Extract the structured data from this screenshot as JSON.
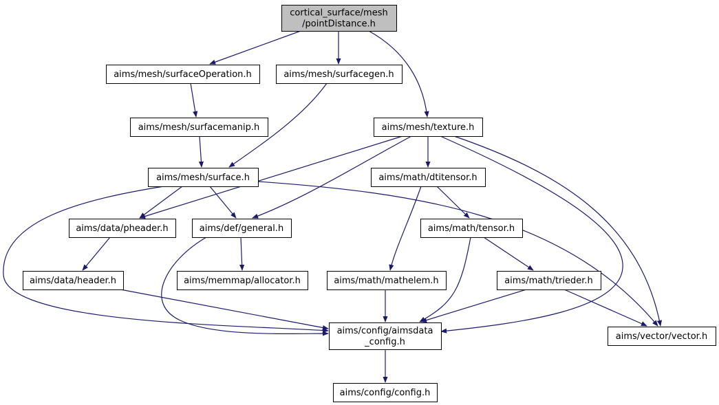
{
  "colors": {
    "edge": "#191970",
    "node_fill": "#ffffff",
    "root_fill": "#bfbfbf",
    "node_stroke": "#000000"
  },
  "nodes": [
    {
      "id": "root",
      "lines": [
        "cortical_surface/mesh",
        "/pointDistance.h"
      ],
      "root": true
    },
    {
      "id": "surfaceOperation",
      "lines": [
        "aims/mesh/surfaceOperation.h"
      ]
    },
    {
      "id": "surfacegen",
      "lines": [
        "aims/mesh/surfacegen.h"
      ]
    },
    {
      "id": "surfacemanip",
      "lines": [
        "aims/mesh/surfacemanip.h"
      ]
    },
    {
      "id": "texture",
      "lines": [
        "aims/mesh/texture.h"
      ]
    },
    {
      "id": "surface",
      "lines": [
        "aims/mesh/surface.h"
      ]
    },
    {
      "id": "dtitensor",
      "lines": [
        "aims/math/dtitensor.h"
      ]
    },
    {
      "id": "pheader",
      "lines": [
        "aims/data/pheader.h"
      ]
    },
    {
      "id": "general",
      "lines": [
        "aims/def/general.h"
      ]
    },
    {
      "id": "tensor",
      "lines": [
        "aims/math/tensor.h"
      ]
    },
    {
      "id": "header",
      "lines": [
        "aims/data/header.h"
      ]
    },
    {
      "id": "allocator",
      "lines": [
        "aims/memmap/allocator.h"
      ]
    },
    {
      "id": "mathelem",
      "lines": [
        "aims/math/mathelem.h"
      ]
    },
    {
      "id": "trieder",
      "lines": [
        "aims/math/trieder.h"
      ]
    },
    {
      "id": "aimsdata_config",
      "lines": [
        "aims/config/aimsdata",
        "_config.h"
      ]
    },
    {
      "id": "vector",
      "lines": [
        "aims/vector/vector.h"
      ]
    },
    {
      "id": "config",
      "lines": [
        "aims/config/config.h"
      ]
    }
  ],
  "edges": [
    [
      "root",
      "surfaceOperation"
    ],
    [
      "root",
      "surfacegen"
    ],
    [
      "root",
      "texture"
    ],
    [
      "surfaceOperation",
      "surfacemanip"
    ],
    [
      "surfacemanip",
      "surface"
    ],
    [
      "surfacegen",
      "surface"
    ],
    [
      "surface",
      "pheader"
    ],
    [
      "surface",
      "general"
    ],
    [
      "surface",
      "vector"
    ],
    [
      "surface",
      "aimsdata_config"
    ],
    [
      "texture",
      "pheader"
    ],
    [
      "texture",
      "general"
    ],
    [
      "texture",
      "dtitensor"
    ],
    [
      "texture",
      "aimsdata_config"
    ],
    [
      "texture",
      "vector"
    ],
    [
      "dtitensor",
      "tensor"
    ],
    [
      "dtitensor",
      "mathelem"
    ],
    [
      "pheader",
      "header"
    ],
    [
      "general",
      "allocator"
    ],
    [
      "general",
      "aimsdata_config"
    ],
    [
      "tensor",
      "trieder"
    ],
    [
      "tensor",
      "aimsdata_config"
    ],
    [
      "header",
      "aimsdata_config"
    ],
    [
      "mathelem",
      "aimsdata_config"
    ],
    [
      "trieder",
      "aimsdata_config"
    ],
    [
      "trieder",
      "vector"
    ],
    [
      "aimsdata_config",
      "config"
    ]
  ]
}
